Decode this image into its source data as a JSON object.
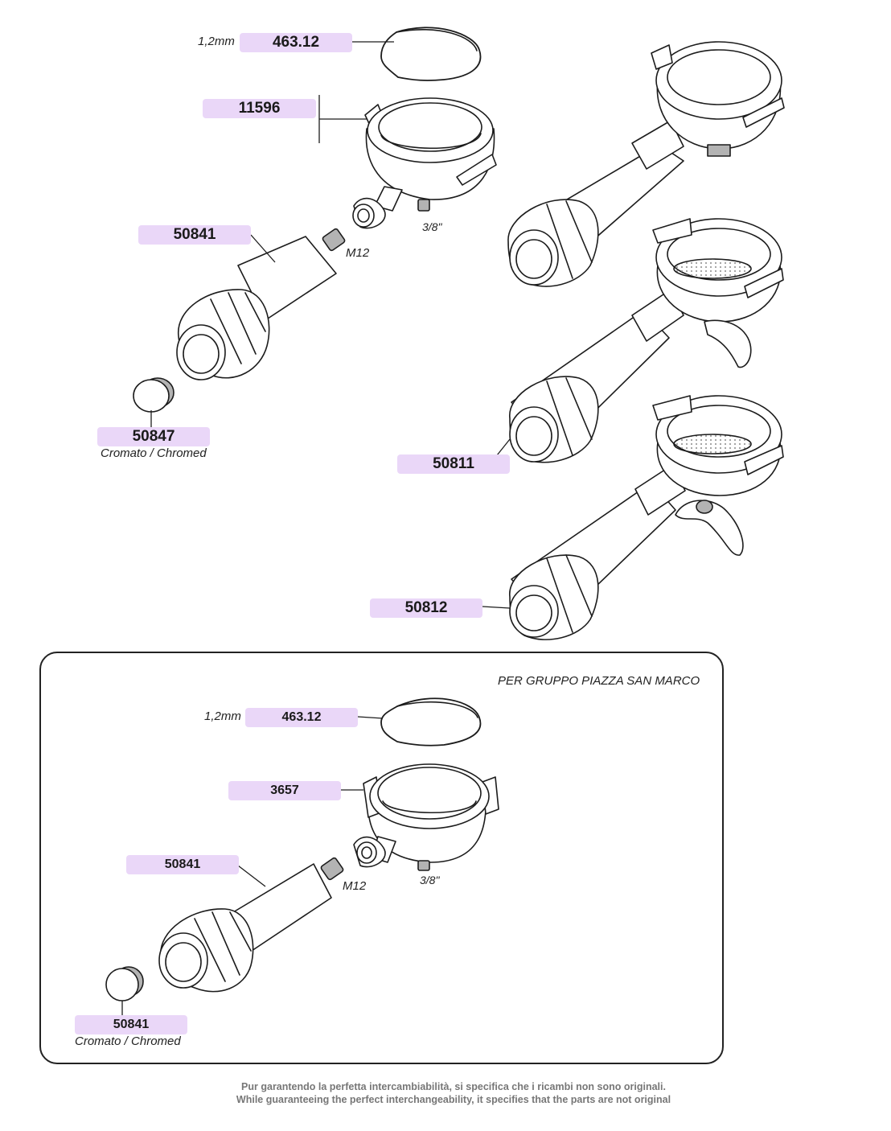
{
  "colors": {
    "label_bg": "#ead7f8",
    "line": "#1c1c1c",
    "grey": "#b3b3b3"
  },
  "labels": {
    "top_gasket_size": "1,2mm",
    "top_gasket_code": "463.12",
    "top_body_code": "11596",
    "top_handle_code": "50841",
    "top_handle_thread": "M12",
    "top_body_thread": "3/8\"",
    "top_cap_code": "50847",
    "top_cap_finish": "Cromato / Chromed",
    "single_spout_code": "50811",
    "double_spout_code": "50812"
  },
  "panel": {
    "title": "PER GRUPPO PIAZZA SAN MARCO",
    "gasket_size": "1,2mm",
    "gasket_code": "463.12",
    "body_code": "3657",
    "handle_code": "50841",
    "handle_thread": "M12",
    "body_thread": "3/8\"",
    "cap_code": "50841",
    "cap_finish": "Cromato / Chromed"
  },
  "footer": {
    "line_it": "Pur garantendo la perfetta intercambiabilità, si specifica che i ricambi non sono originali.",
    "line_en": "While guaranteeing the perfect interchangeability, it specifies that the parts are not original"
  }
}
